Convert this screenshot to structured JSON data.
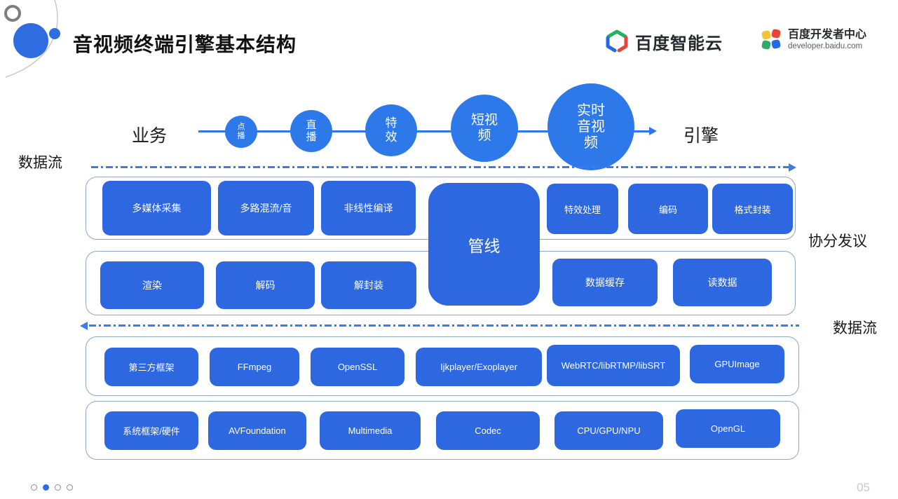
{
  "page": {
    "title": "音视频终端引擎基本结构",
    "page_number": "05"
  },
  "header": {
    "brand_cloud": "百度智能云",
    "brand_dev": "百度开发者中心",
    "brand_dev_url": "developer.baidu.com"
  },
  "flow": {
    "source_label": "业务",
    "target_label": "引擎",
    "nodes": [
      {
        "label": "点\n播"
      },
      {
        "label": "直\n播"
      },
      {
        "label": "特\n效"
      },
      {
        "label": "短视\n频"
      },
      {
        "label": "实时\n音视\n频"
      }
    ]
  },
  "labels": {
    "dataflow_top": "数据流",
    "dataflow_bottom": "数据流",
    "protocol_right": "协分发议"
  },
  "pipeline": {
    "label": "管线"
  },
  "layer1": {
    "boxes": [
      "多媒体采集",
      "多路混流/音",
      "非线性编译",
      "特效处理",
      "编码",
      "格式封装"
    ]
  },
  "layer2": {
    "boxes": [
      "渲染",
      "解码",
      "解封装",
      "数据缓存",
      "读数据"
    ]
  },
  "layer3": {
    "boxes": [
      "第三方框架",
      "FFmpeg",
      "OpenSSL",
      "Ijkplayer/Exoplayer",
      "WebRTC/libRTMP/libSRT",
      "GPUImage"
    ]
  },
  "layer4": {
    "boxes": [
      "系统框架/硬件",
      "AVFoundation",
      "Multimedia",
      "Codec",
      "CPU/GPU/NPU",
      "OpenGL"
    ]
  },
  "pagination": {
    "total": 4,
    "active_index": 2
  },
  "colors": {
    "box_blue": "#2D68E1",
    "circle_blue": "#2E79E9",
    "dash_blue": "#3E7BE8",
    "container_border": "#8FA6C9",
    "title_color": "#111111",
    "page_number_gray": "#C8CACC"
  }
}
